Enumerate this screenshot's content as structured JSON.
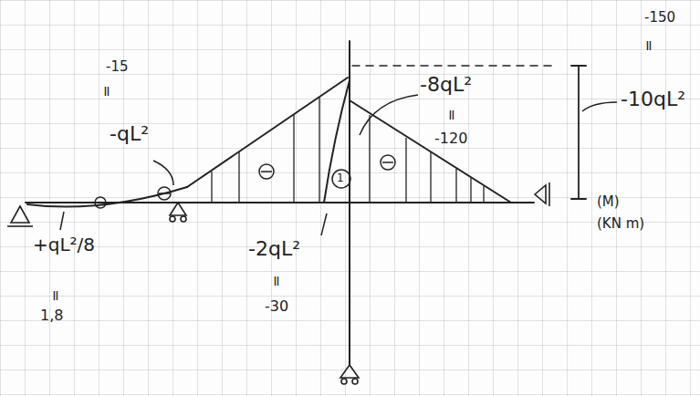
{
  "diagram": {
    "labels": [
      "-15",
      "=",
      "-qL²",
      "+qL²/8",
      "=",
      "1,8",
      "-2qL²",
      "=",
      "-30",
      "-8qL²",
      "=",
      "-120",
      "-150",
      "=",
      "-10qL²",
      "(M)",
      "(KN m)",
      "1"
    ]
  }
}
